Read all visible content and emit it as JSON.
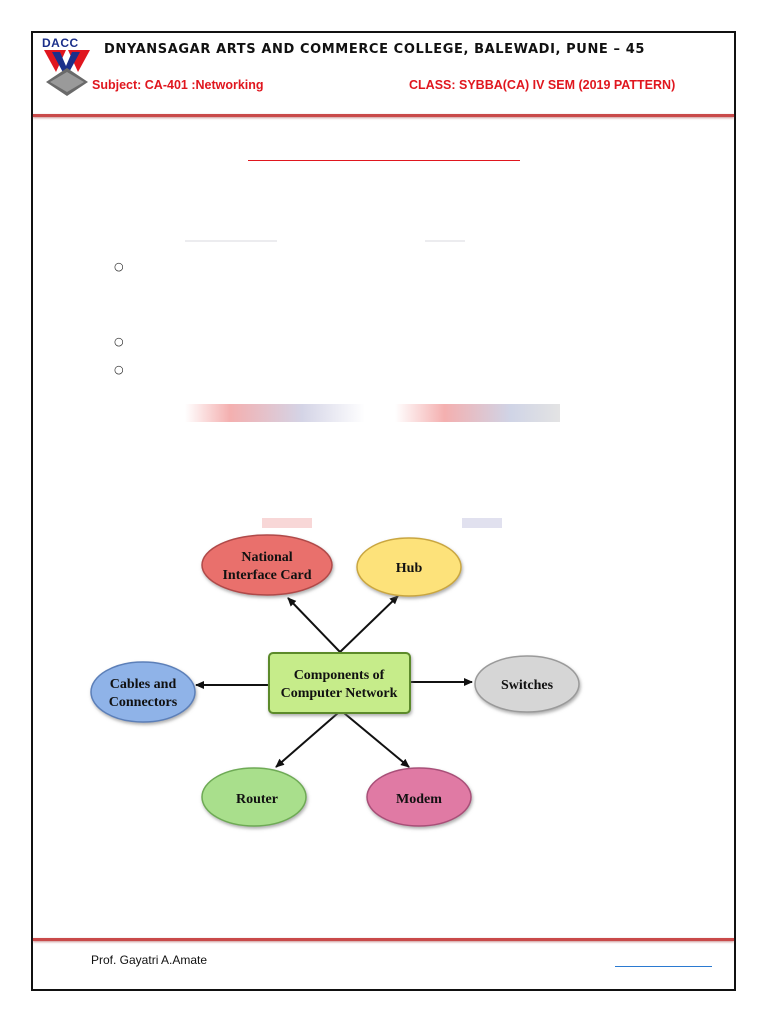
{
  "header": {
    "logo_text": "DACC",
    "college_name": "DNYANSAGAR ARTS AND COMMERCE COLLEGE, BALEWADI, PUNE – 45",
    "subject": "Subject:  CA-401  :Networking",
    "class_info": "CLASS: SYBBA(CA) IV SEM (2019 PATTERN)"
  },
  "diagram": {
    "center": [
      "Components of",
      "Computer Network"
    ],
    "nodes": {
      "nic": [
        "National",
        "Interface Card"
      ],
      "hub": [
        "Hub"
      ],
      "cables": [
        "Cables and",
        "Connectors"
      ],
      "switches": [
        "Switches"
      ],
      "router": [
        "Router"
      ],
      "modem": [
        "Modem"
      ]
    },
    "colors": {
      "center": "#c6ec8a",
      "nic": "#e9706c",
      "hub": "#fde27a",
      "cables": "#8fb3e8",
      "switches": "#d6d6d6",
      "router": "#a9df8c",
      "modem": "#e07aa4"
    }
  },
  "footer": {
    "author": "Prof. Gayatri A.Amate"
  }
}
